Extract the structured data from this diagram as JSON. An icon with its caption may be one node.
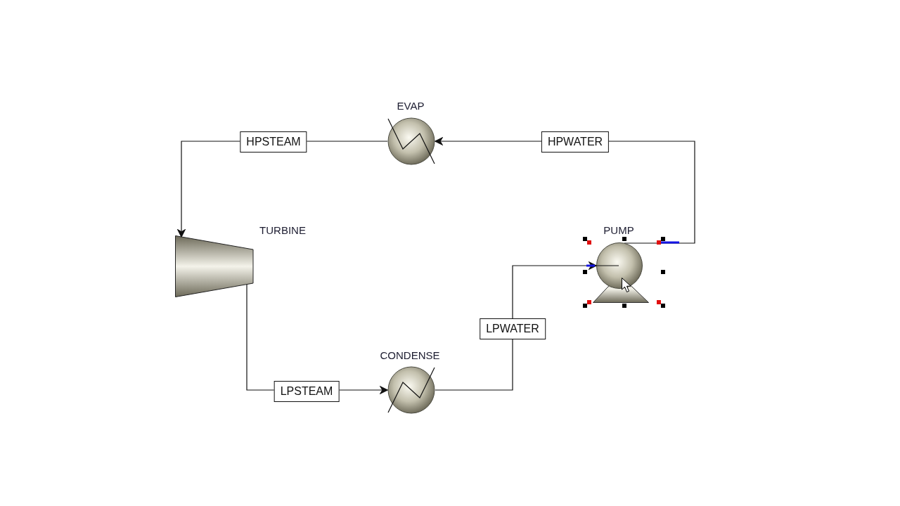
{
  "diagram": {
    "nodes": [
      {
        "text": [
          "EVAP"
        ]
      },
      {
        "text": [
          "TURBINE"
        ]
      },
      {
        "text": [
          "PUMP"
        ]
      },
      {
        "text": [
          "CONDENSE"
        ]
      }
    ],
    "edges": [
      {
        "from": 2,
        "to": 0,
        "arrow": "to",
        "label": "HPWATER"
      },
      {
        "from": 0,
        "to": 1,
        "arrow": "to",
        "label": "HPSTEAM"
      },
      {
        "from": 1,
        "to": 3,
        "arrow": "to",
        "label": "LPSTEAM"
      },
      {
        "from": 3,
        "to": 2,
        "arrow": "to",
        "label": "LPWATER"
      }
    ]
  }
}
